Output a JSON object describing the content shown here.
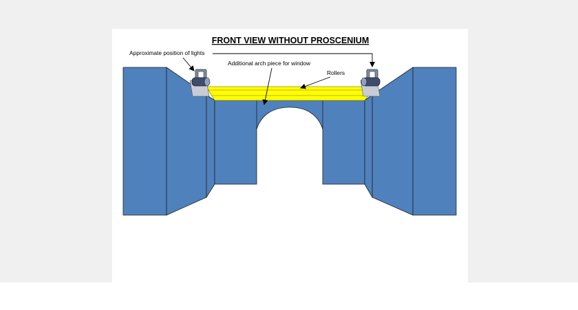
{
  "title": "FRONT VIEW WITHOUT PROSCENIUM",
  "labels": {
    "lights": "Approximate position of lights",
    "arch": "Additional arch piece for window",
    "rollers": "Rollers"
  },
  "colors": {
    "background": "#f0f0f0",
    "panel": "#ffffff",
    "flat_fill": "#4f81bd",
    "flat_stroke": "#1f1f1f",
    "roller_fill": "#ffff00",
    "light_fill": "#7f8fa6"
  },
  "icons": {
    "light_left": "stage-light-icon",
    "light_right": "stage-light-icon"
  }
}
